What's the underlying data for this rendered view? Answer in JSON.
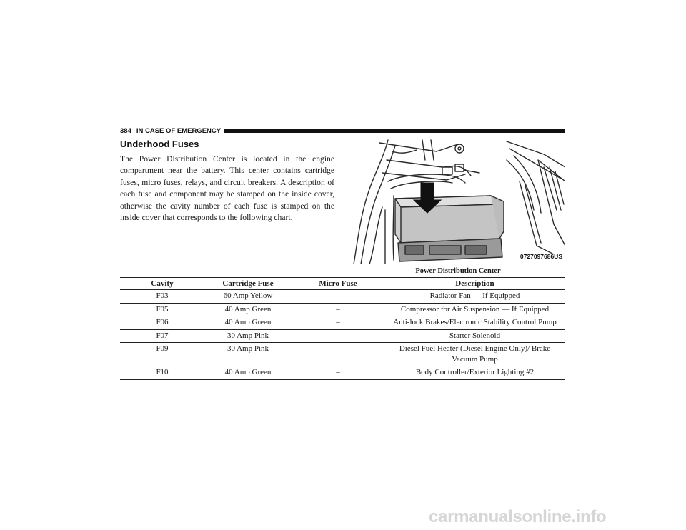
{
  "header": {
    "page_number": "384",
    "section": "IN CASE OF EMERGENCY"
  },
  "heading": "Underhood Fuses",
  "paragraph": "The Power Distribution Center is located in the engine compartment near the battery. This center contains car­tridge fuses, micro fuses, relays, and circuit breakers. A description of each fuse and component may be stamped on the inside cover, otherwise the cavity number of each fuse is stamped on the inside cover that corresponds to the following chart.",
  "figure": {
    "code": "0727097686US",
    "caption": "Power Distribution Center",
    "icons": [
      "arrow-down-icon",
      "fuse-box-illustration"
    ]
  },
  "table": {
    "columns": [
      "Cavity",
      "Cartridge Fuse",
      "Micro Fuse",
      "Description"
    ],
    "rows": [
      [
        "F03",
        "60 Amp Yellow",
        "–",
        "Radiator Fan — If Equipped"
      ],
      [
        "F05",
        "40 Amp Green",
        "–",
        "Compressor for Air Suspension — If Equipped"
      ],
      [
        "F06",
        "40 Amp Green",
        "–",
        "Anti-lock Brakes/Electronic Stability Control Pump"
      ],
      [
        "F07",
        "30 Amp Pink",
        "–",
        "Starter Solenoid"
      ],
      [
        "F09",
        "30 Amp Pink",
        "–",
        "Diesel Fuel Heater (Diesel Engine Only)/ Brake Vacuum Pump"
      ],
      [
        "F10",
        "40 Amp Green",
        "–",
        "Body Controller/Exterior Lighting #2"
      ]
    ]
  },
  "watermark": "carmanualsonline.info"
}
